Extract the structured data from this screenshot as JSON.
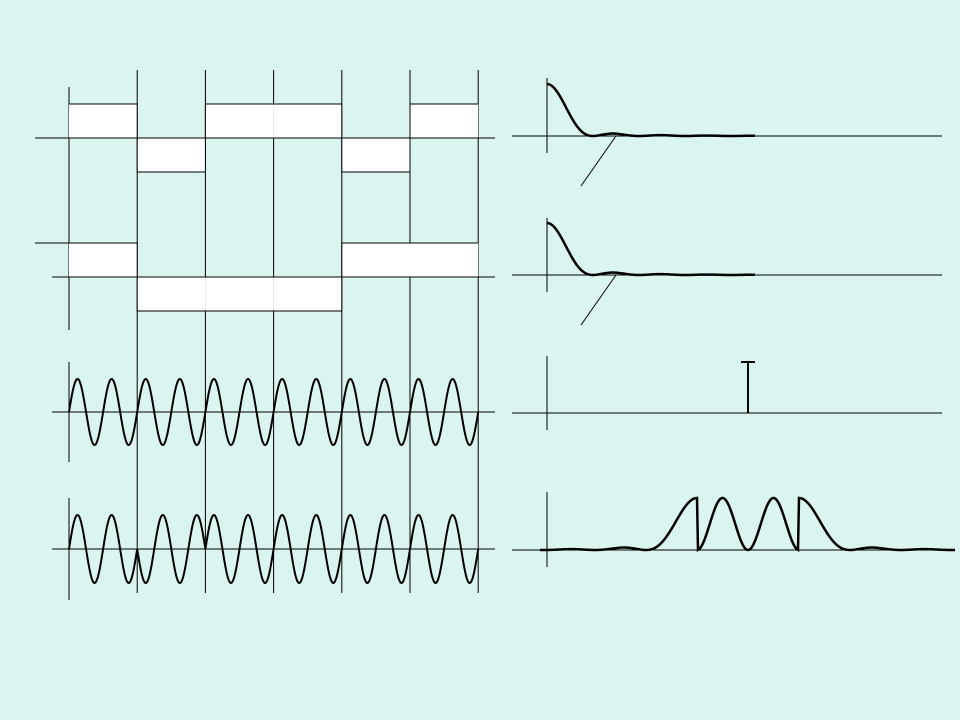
{
  "colors": {
    "background": "#daf4ef",
    "ink": "#000000",
    "highlight": "#ffffff"
  },
  "left_panels": {
    "bit_period_count": 6,
    "signals": [
      {
        "kind": "nrz",
        "levels": [
          1,
          -1,
          1,
          1,
          -1,
          1
        ]
      },
      {
        "kind": "nrz",
        "levels": [
          1,
          -1,
          -1,
          -1,
          1,
          1
        ]
      },
      {
        "kind": "carrier",
        "cycles_per_period": 2,
        "phase_flips": [
          false,
          false,
          false,
          false,
          false,
          false
        ]
      },
      {
        "kind": "carrier",
        "cycles_per_period": 2,
        "phase_flips": [
          false,
          true,
          false,
          false,
          false,
          false
        ]
      }
    ]
  },
  "right_panels": {
    "spectra": [
      {
        "kind": "sinc_squared",
        "position": "baseband",
        "pointer": true
      },
      {
        "kind": "sinc_squared",
        "position": "baseband",
        "pointer": true
      },
      {
        "kind": "impulse",
        "position": "carrier"
      },
      {
        "kind": "sinc_squared_pair",
        "position": "carrier"
      }
    ]
  }
}
